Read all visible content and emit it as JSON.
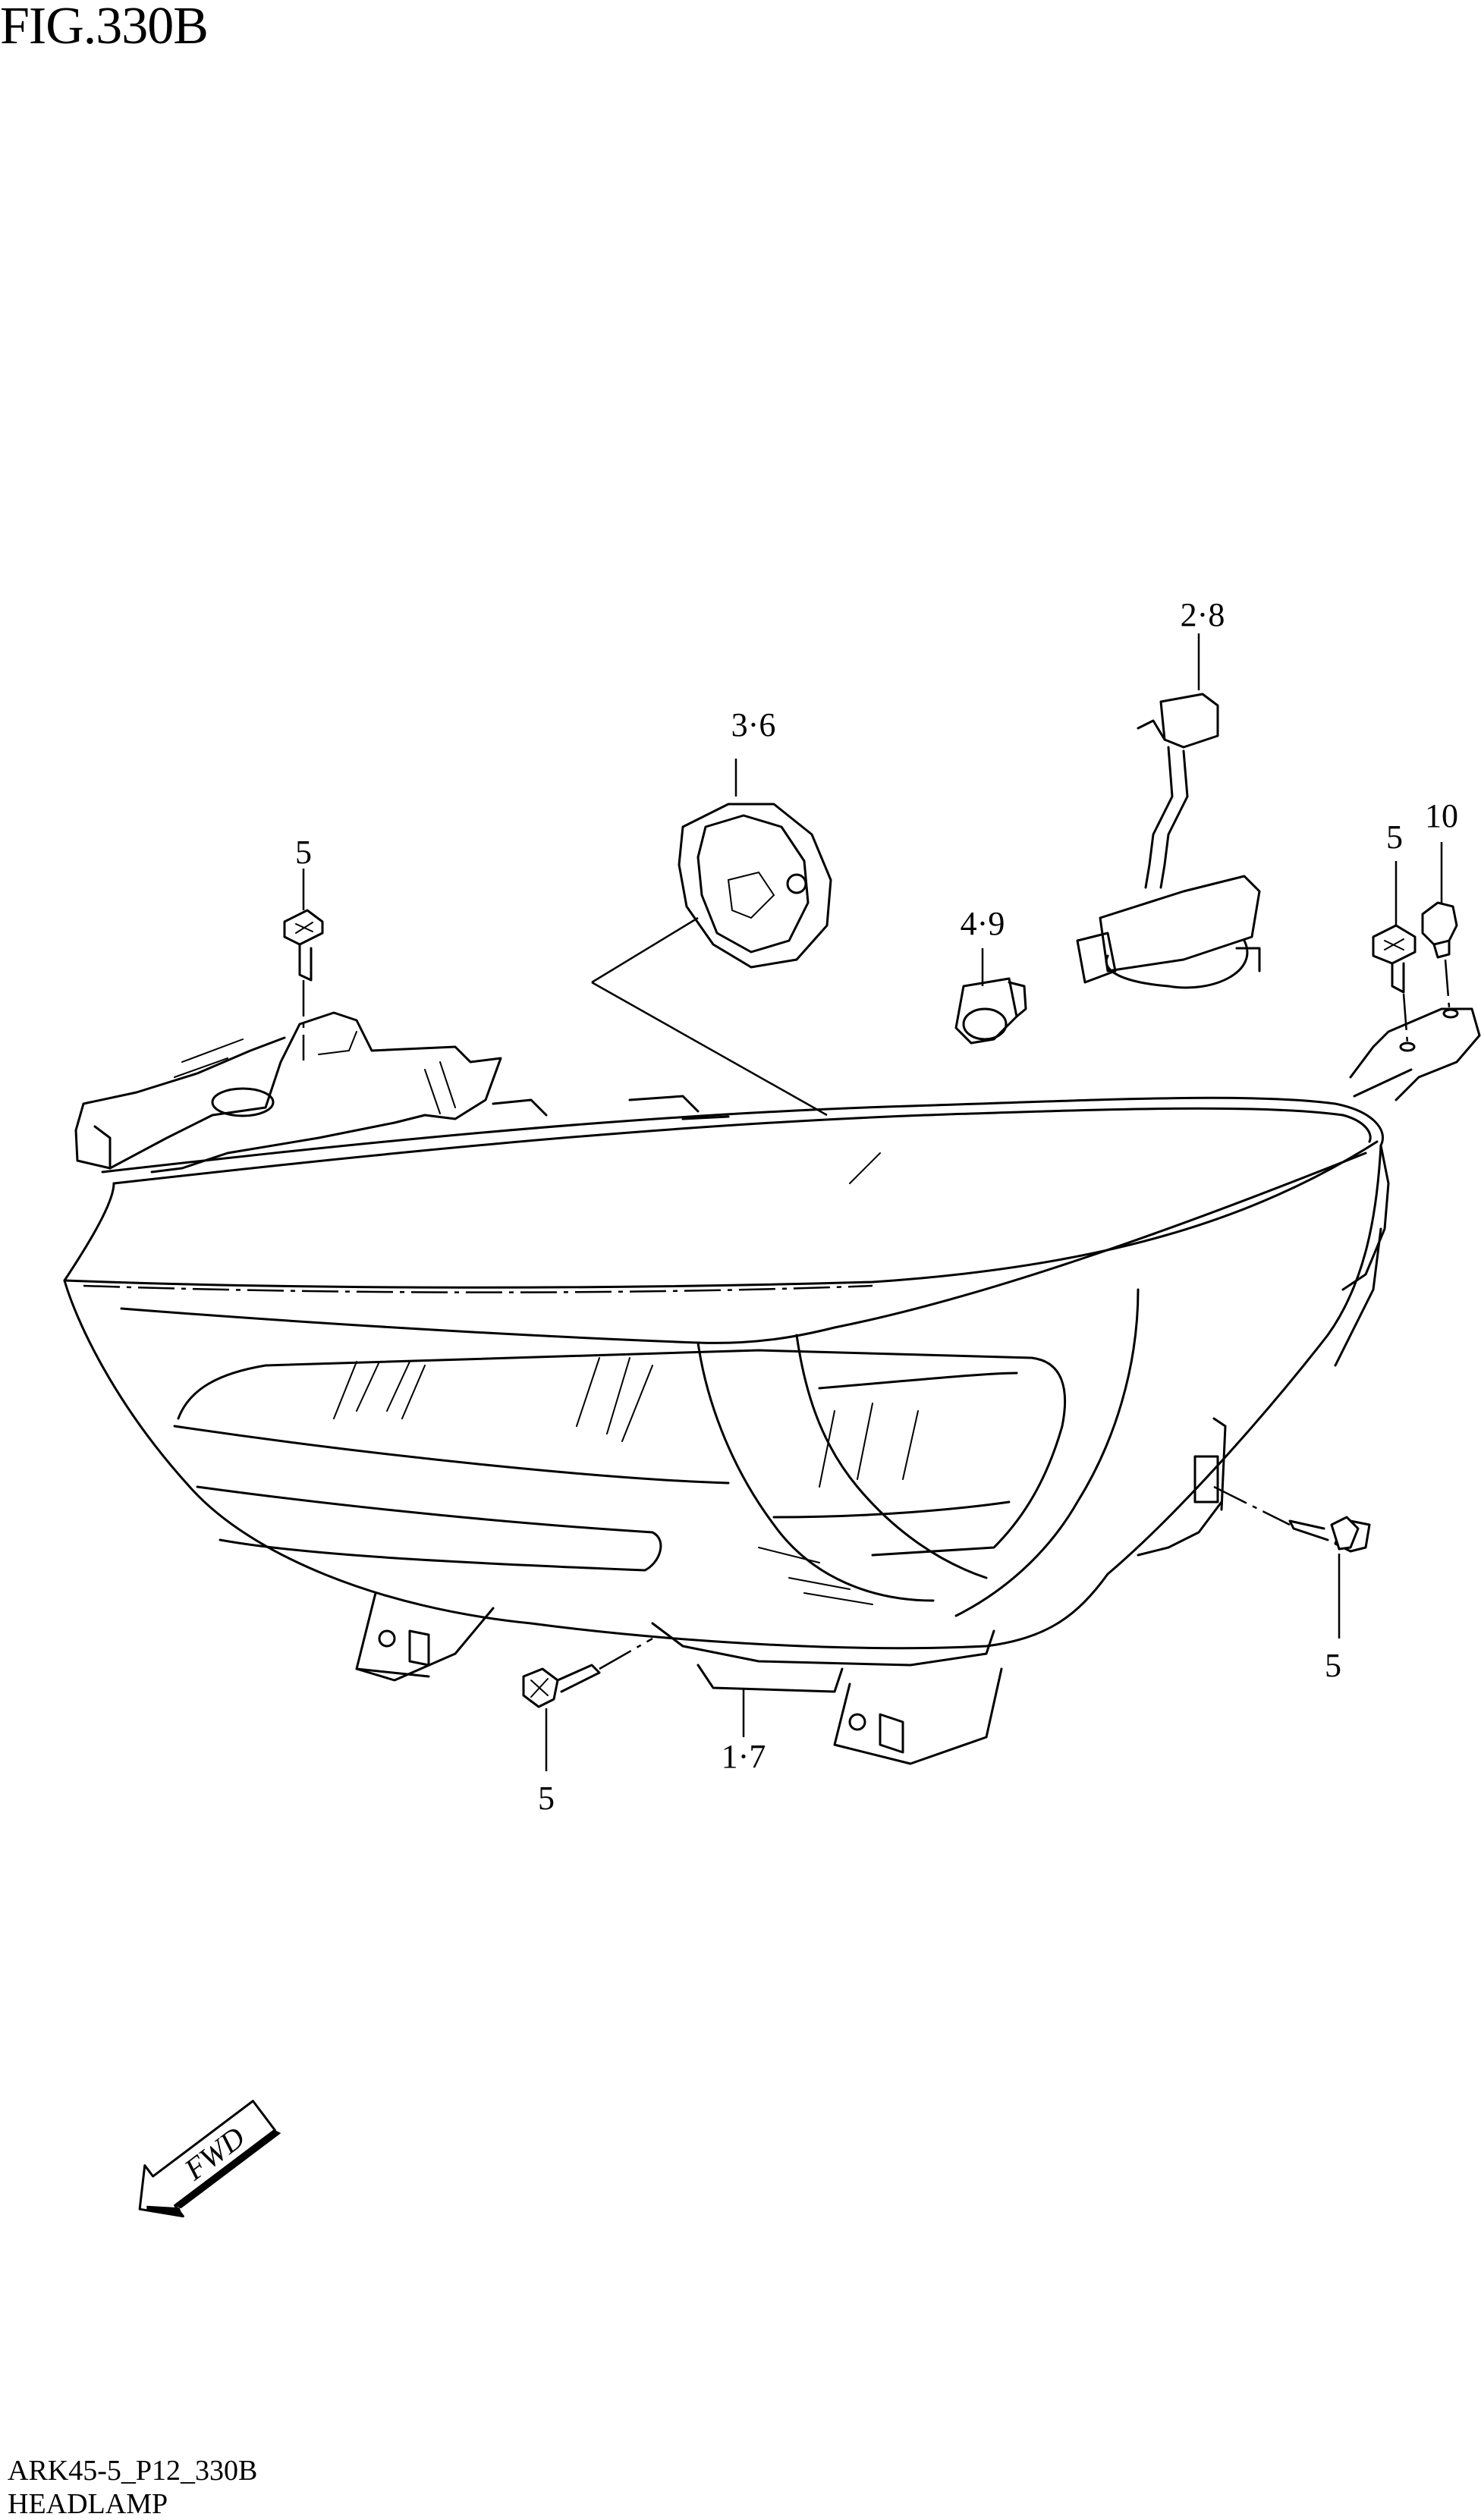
{
  "figure": {
    "title": "FIG.330B",
    "code": "ARK45-5_P12_330B",
    "name": "HEADLAMP"
  },
  "callouts": {
    "bulb_holder": "2·8",
    "socket_cover": "3·6",
    "bulb": "4·9",
    "bolt_top_left": "5",
    "bolt_top_right": "5",
    "nut_top_right": "10",
    "bolt_right": "5",
    "bolt_bottom": "5",
    "headlamp_assy": "1·7"
  },
  "direction_marker": {
    "label": "FWD",
    "icon": "fwd-arrow-icon"
  }
}
